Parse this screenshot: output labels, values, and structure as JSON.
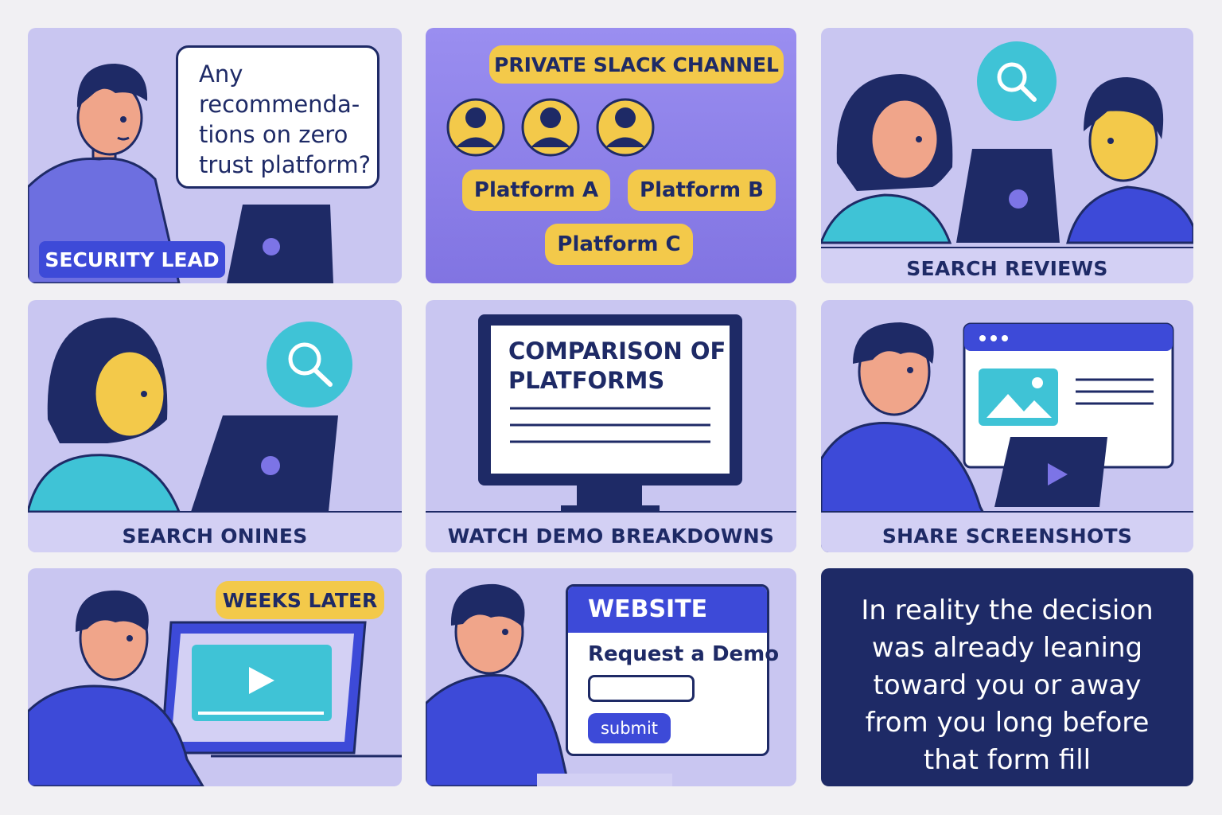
{
  "panels": {
    "security_lead": {
      "bubble_text": "Any\nrecommenda-\ntions on zero\ntrust platform?",
      "badge": "SECURITY LEAD"
    },
    "slack": {
      "channel_label": "PRIVATE SLACK CHANNEL",
      "platforms": [
        "Platform A",
        "Platform B",
        "Platform C"
      ]
    },
    "reviews": {
      "caption": "SEARCH REVIEWS"
    },
    "online": {
      "caption": "SEARCH ONINES"
    },
    "demo_breakdowns": {
      "screen_title": "COMPARISON OF\nPLATFORMS",
      "caption": "WATCH DEMO BREAKDOWNS"
    },
    "screenshots": {
      "caption": "SHARE SCREENSHOTS"
    },
    "weeks_later": {
      "label": "WEEKS LATER"
    },
    "website": {
      "header": "WEBSITE",
      "form_label": "Request a Demo",
      "submit_label": "submit"
    },
    "conclusion": {
      "text": "In reality the decision\nwas already leaning\ntoward you or away\nfrom you long before\nthat form fill"
    }
  },
  "colors": {
    "navy": "#1e2a66",
    "lavender": "#c9c6f1",
    "purple": "#8b7be6",
    "yellow": "#f3c94a",
    "teal": "#3fc3d6",
    "blue": "#3d4ad8"
  },
  "icons": [
    "search-icon",
    "user-icon",
    "play-icon",
    "image-icon"
  ]
}
